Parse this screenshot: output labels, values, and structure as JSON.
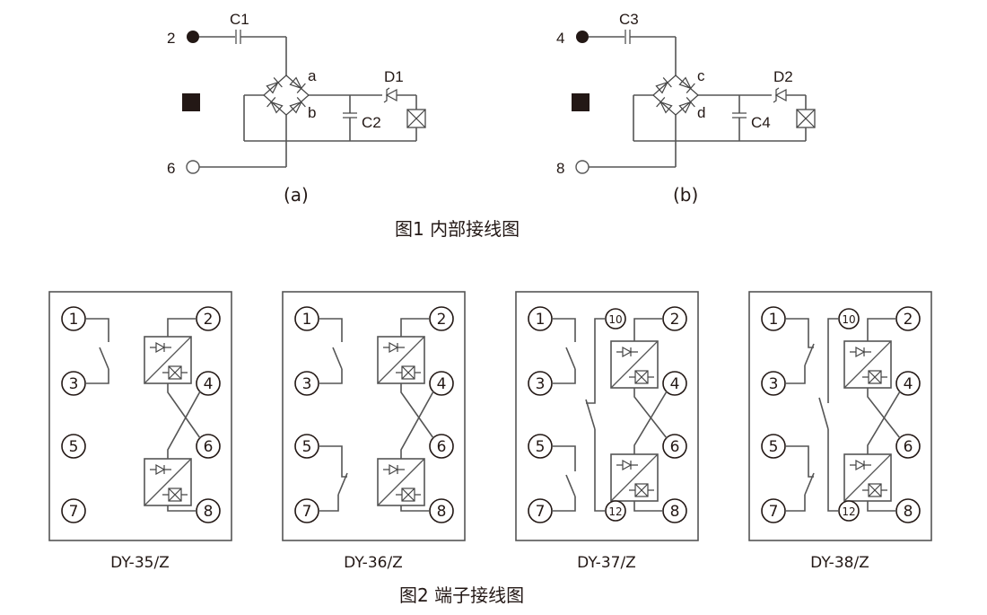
{
  "figure1": {
    "caption": "图1    内部接线图",
    "circuits": [
      {
        "id": "a",
        "sublabel": "(a)",
        "terminal_top": "2",
        "terminal_bottom": "6",
        "capacitor_in": "C1",
        "capacitor_filter": "C2",
        "zener": "D1",
        "node_top": "a",
        "node_bottom": "b"
      },
      {
        "id": "b",
        "sublabel": "(b)",
        "terminal_top": "4",
        "terminal_bottom": "8",
        "capacitor_in": "C3",
        "capacitor_filter": "C4",
        "zener": "D2",
        "node_top": "c",
        "node_bottom": "d"
      }
    ]
  },
  "figure2": {
    "caption": "图2   端子接线图",
    "models": [
      {
        "name": "DY-35/Z",
        "contacts": [
          "1-3 NO"
        ],
        "has_10_12": false
      },
      {
        "name": "DY-36/Z",
        "contacts": [
          "1-3 NO",
          "5-7 NC"
        ],
        "has_10_12": false
      },
      {
        "name": "DY-37/Z",
        "contacts": [
          "1-3 NO",
          "5-7 NO",
          "10-12 NC"
        ],
        "has_10_12": true
      },
      {
        "name": "DY-38/Z",
        "contacts": [
          "1-3 NC",
          "5-7 NC",
          "10-12 NO"
        ],
        "has_10_12": true
      }
    ],
    "terminals": {
      "t1": "1",
      "t2": "2",
      "t3": "3",
      "t4": "4",
      "t5": "5",
      "t6": "6",
      "t7": "7",
      "t8": "8",
      "t10": "10",
      "t12": "12"
    }
  }
}
